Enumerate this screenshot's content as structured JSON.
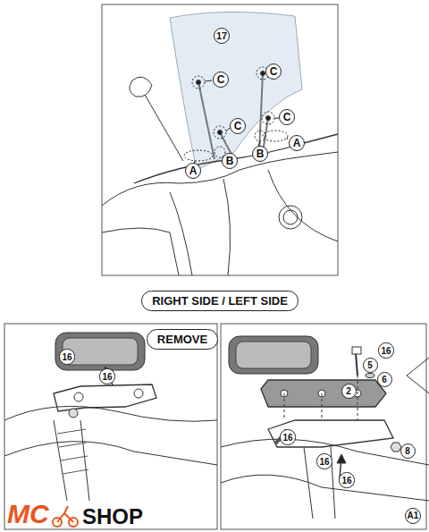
{
  "diagram": {
    "nodes": [
      {
        "text": [
          "17"
        ]
      },
      {
        "text": [
          "C"
        ]
      },
      {
        "text": [
          "C"
        ]
      },
      {
        "text": [
          "C"
        ]
      },
      {
        "text": [
          "C"
        ]
      },
      {
        "text": [
          "A"
        ]
      },
      {
        "text": [
          "B"
        ]
      },
      {
        "text": [
          "B"
        ]
      },
      {
        "text": [
          "A"
        ]
      },
      {
        "text": [
          "RIGHT SIDE / LEFT SIDE"
        ]
      },
      {
        "text": [
          "REMOVE"
        ]
      },
      {
        "text": [
          "16"
        ]
      },
      {
        "text": [
          "16"
        ]
      },
      {
        "text": [
          "5"
        ]
      },
      {
        "text": [
          "6"
        ]
      },
      {
        "text": [
          "16"
        ]
      },
      {
        "text": [
          "2"
        ]
      },
      {
        "text": [
          "16"
        ]
      },
      {
        "text": [
          "8"
        ]
      },
      {
        "text": [
          "16"
        ]
      },
      {
        "text": [
          "16"
        ]
      },
      {
        "text": [
          "A1"
        ]
      }
    ],
    "labels": [
      "MC",
      "SHOP"
    ]
  }
}
